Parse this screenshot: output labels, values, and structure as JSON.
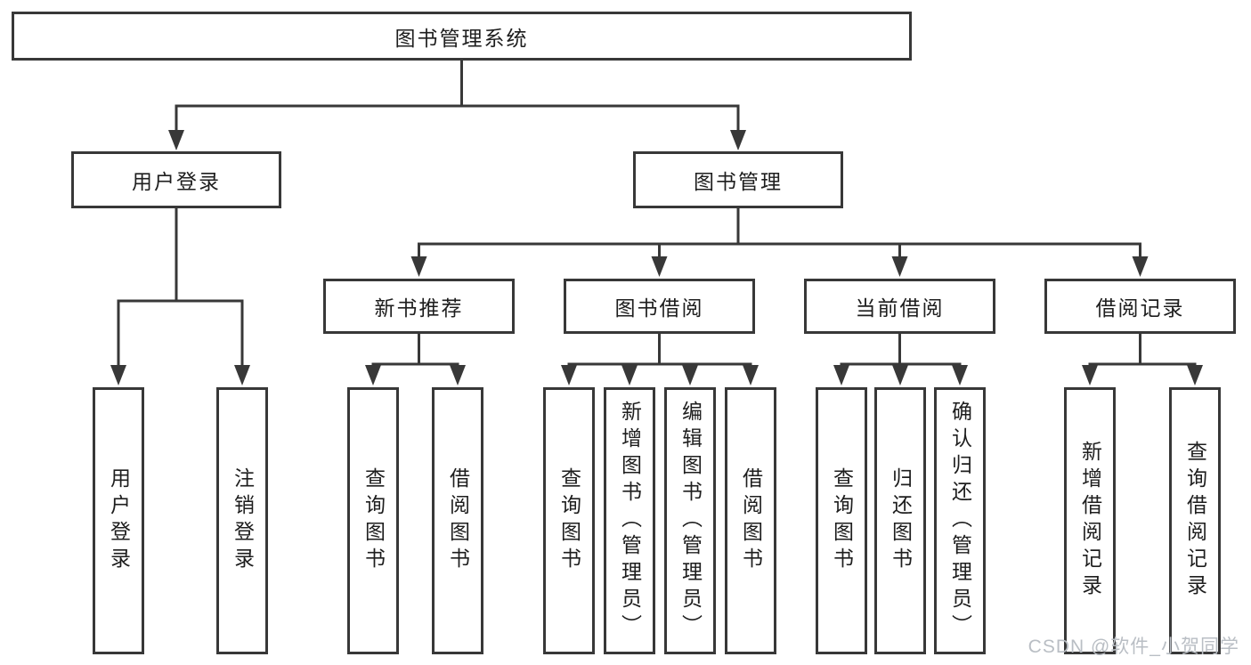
{
  "tree": {
    "root": "图书管理系统",
    "branches": [
      {
        "label": "用户登录",
        "children": [
          {
            "label": "用户登录"
          },
          {
            "label": "注销登录"
          }
        ]
      },
      {
        "label": "图书管理",
        "groups": [
          {
            "label": "新书推荐",
            "children": [
              {
                "label": "查询图书"
              },
              {
                "label": "借阅图书"
              }
            ]
          },
          {
            "label": "图书借阅",
            "children": [
              {
                "label": "查询图书"
              },
              {
                "label": "新增图书（管理员）"
              },
              {
                "label": "编辑图书（管理员）"
              },
              {
                "label": "借阅图书"
              }
            ]
          },
          {
            "label": "当前借阅",
            "children": [
              {
                "label": "查询图书"
              },
              {
                "label": "归还图书"
              },
              {
                "label": "确认归还（管理员）"
              }
            ]
          },
          {
            "label": "借阅记录",
            "children": [
              {
                "label": "新增借阅记录"
              },
              {
                "label": "查询借阅记录"
              }
            ]
          }
        ]
      }
    ],
    "watermark": "CSDN @软件_小贺同学",
    "colors": {
      "line": "#383838",
      "text": "#1e1e1e",
      "watermark": "#b9bec4",
      "background": "#ffffff"
    }
  }
}
